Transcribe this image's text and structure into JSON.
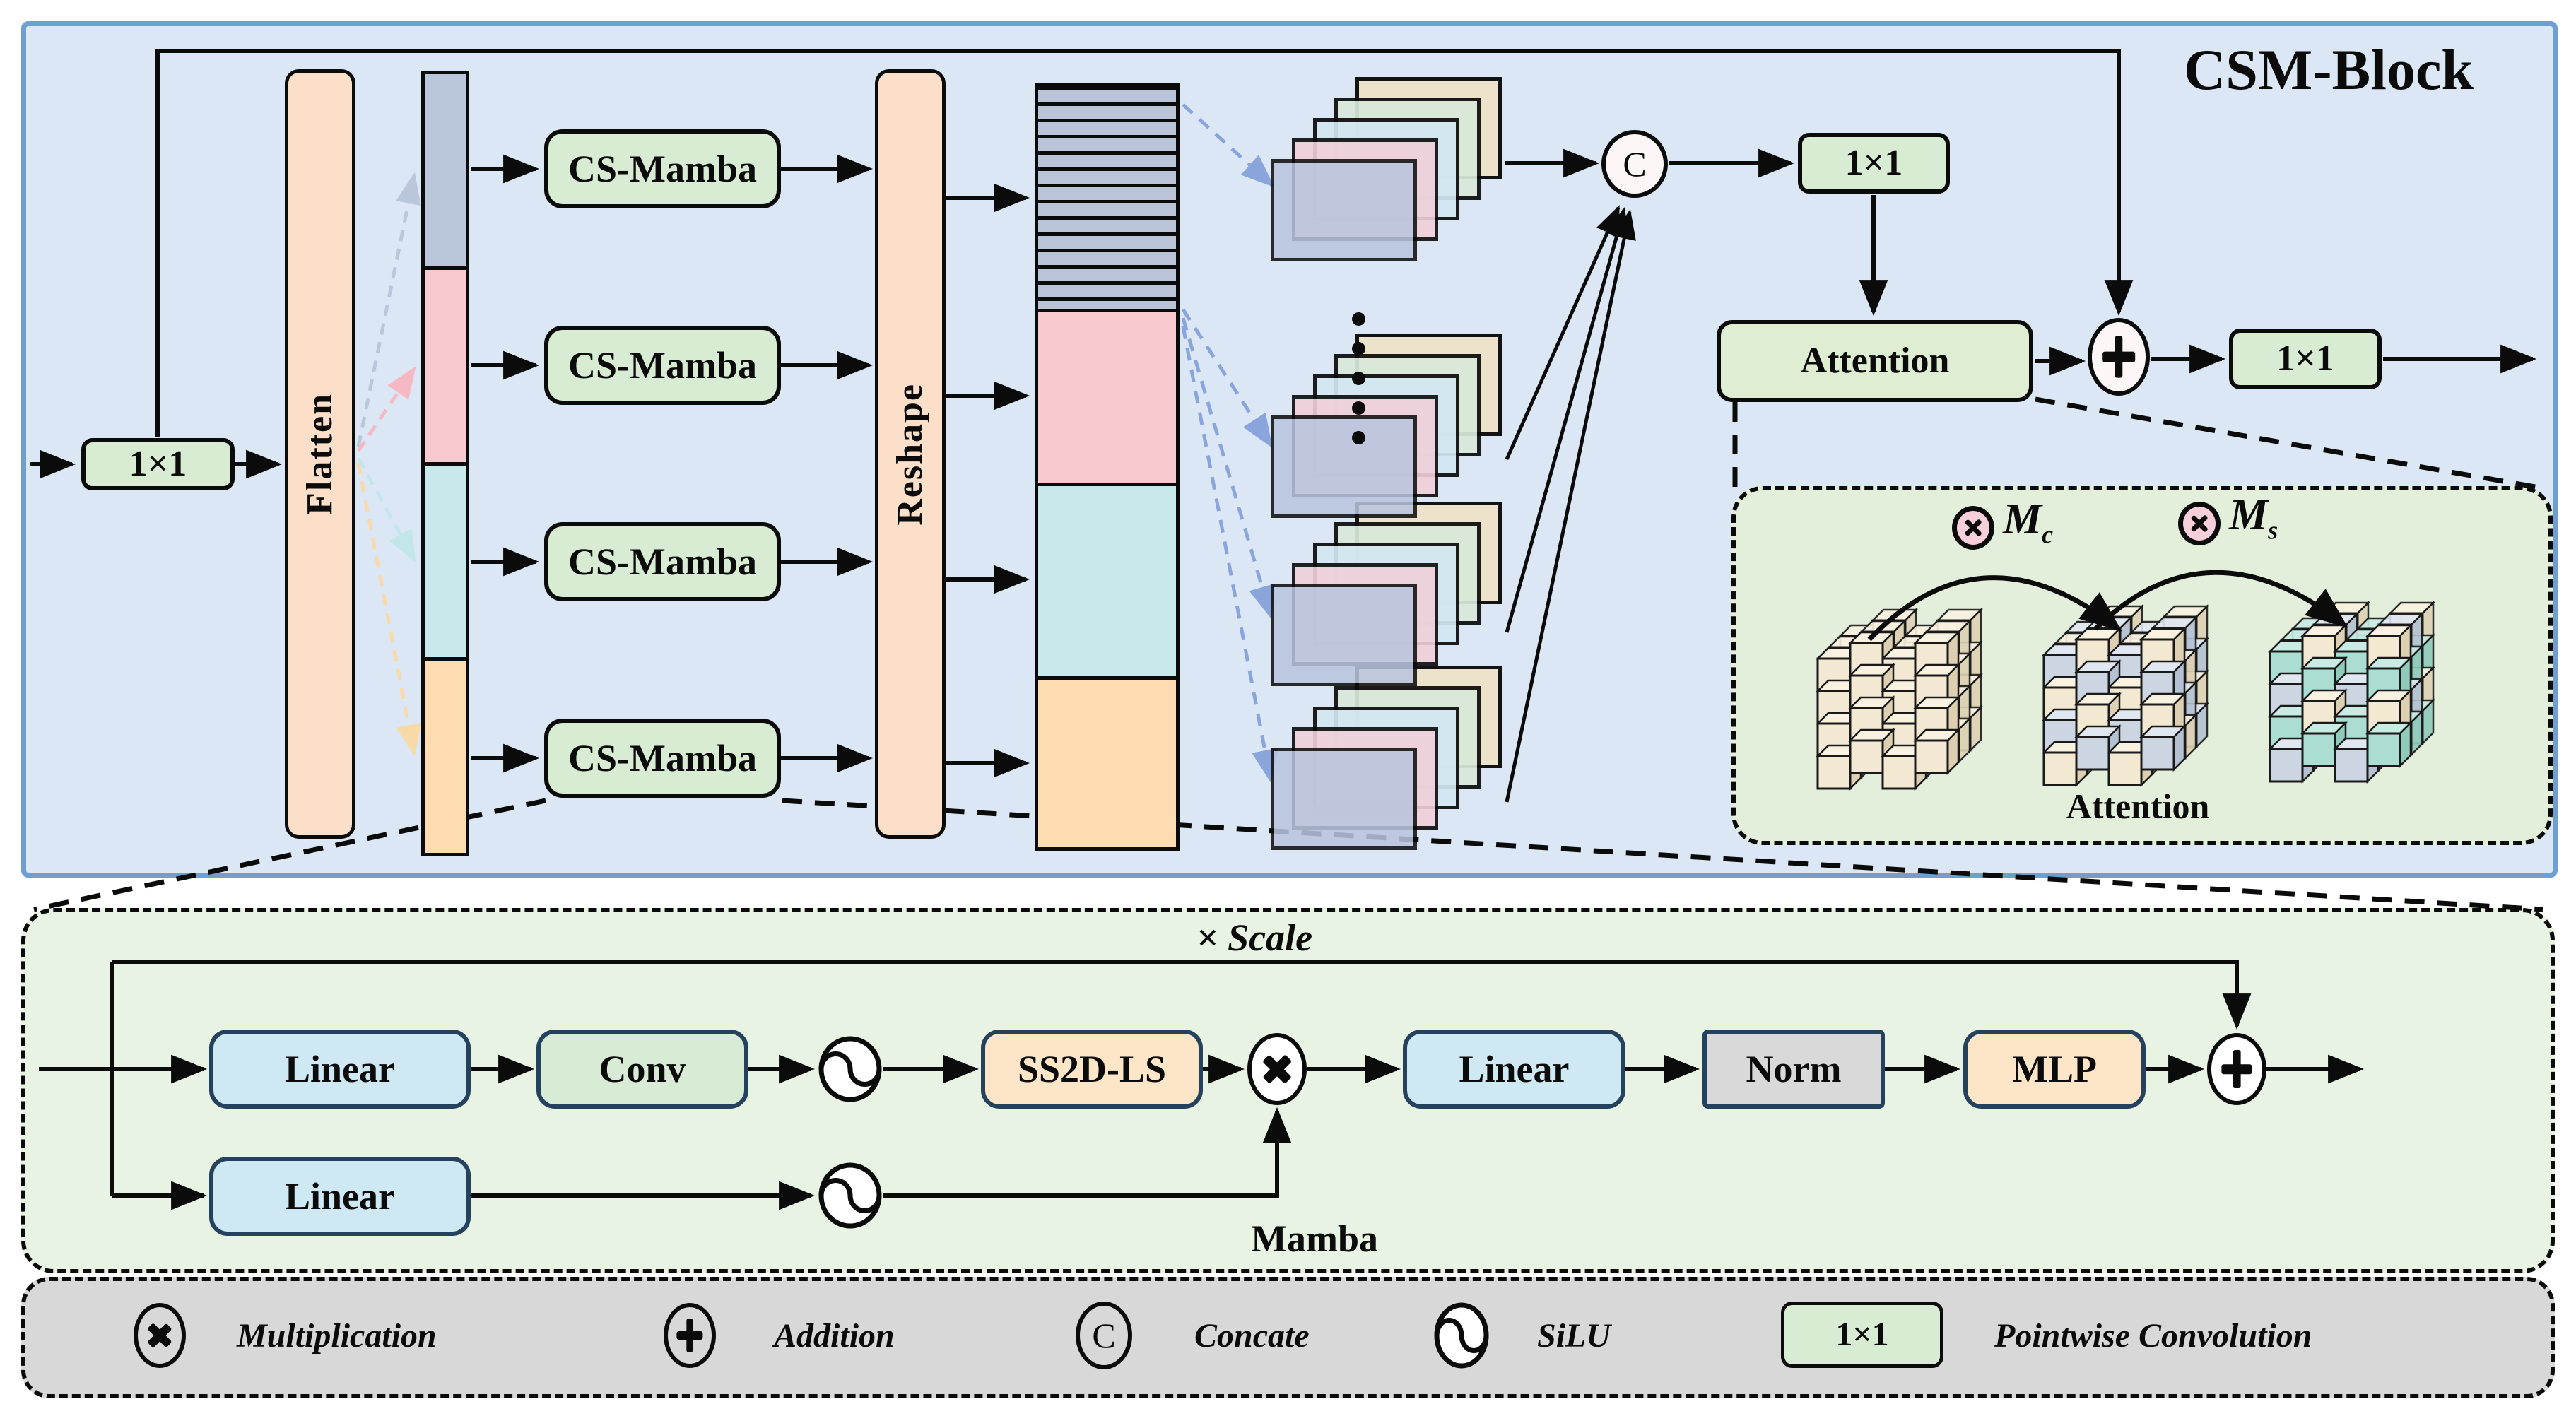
{
  "title": "CSM-Block",
  "top": {
    "conv_in": "1×1",
    "flatten": "Flatten",
    "cs_mamba": [
      "CS-Mamba",
      "CS-Mamba",
      "CS-Mamba",
      "CS-Mamba"
    ],
    "reshape": "Reshape",
    "concat_symbol": "C",
    "conv_mid": "1×1",
    "attention": "Attention",
    "conv_out": "1×1"
  },
  "inset": {
    "label": "Attention",
    "mc": {
      "m": "M",
      "sub": "c"
    },
    "ms": {
      "m": "M",
      "sub": "s"
    }
  },
  "mamba": {
    "scale_label": "× Scale",
    "linear_top": "Linear",
    "conv": "Conv",
    "ss2d": "SS2D-LS",
    "linear_gate": "Linear",
    "linear_out": "Linear",
    "norm": "Norm",
    "mlp": "MLP",
    "label": "Mamba"
  },
  "legend": {
    "items": [
      {
        "icon": "multiply-circle-icon",
        "label": "Multiplication"
      },
      {
        "icon": "plus-circle-icon",
        "label": "Addition"
      },
      {
        "icon": "concat-circle-icon",
        "symbol": "C",
        "label": "Concate"
      },
      {
        "icon": "silu-wave-icon",
        "label": "SiLU"
      },
      {
        "icon": "pointwise-conv-box",
        "box_text": "1×1",
        "label": "Pointwise Convolution"
      }
    ]
  },
  "colors": {
    "panel_blue_bg": "#dbe7f4",
    "panel_blue_border": "#6f9fd1",
    "green_box": "#d7ecd2",
    "peach_box": "#fbdfc9",
    "seg_slate": "#bac6da",
    "seg_pink": "#f9c9d0",
    "seg_cyan": "#c7e9ec",
    "seg_peach": "#fddcb2",
    "mamba_panel_bg": "#e8f3e4",
    "inset_bg": "#e4efdb",
    "legend_bg": "#d8d8d8",
    "linear_blue": "#cfe9f4",
    "ss2d_peach": "#fde6c8",
    "norm_gray": "#d9d9d9",
    "navy_border": "#24425e",
    "arrow_blue": "#8aa4dc",
    "stack_tan": "#eee3c9",
    "stack_green": "#d9e9da",
    "stack_cyan": "#d2e7f2",
    "stack_pink": "#f0d0da",
    "stack_blue": "#b9c5df",
    "cube_tan_face": "#f3e9d2",
    "cube_tan_top": "#faf2e0",
    "cube_tan_side": "#ddd0b2",
    "cube_gray_face": "#ccd6e3",
    "cube_gray_top": "#e0e7f0",
    "cube_gray_side": "#b4c1d3",
    "cube_teal_face": "#abddd2",
    "cube_teal_top": "#c8ece4",
    "cube_teal_side": "#8fcabb"
  }
}
